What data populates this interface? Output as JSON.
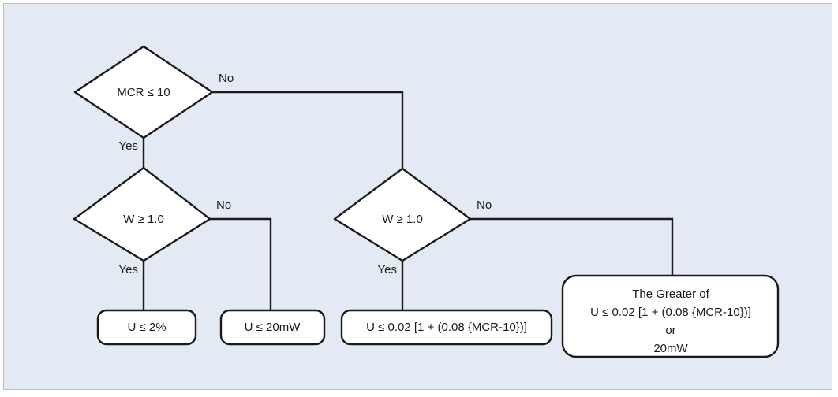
{
  "figure": {
    "background_color": "#e3eaf4",
    "frame_border_color": "#a9c2dc",
    "shape_fill": "#ffffff",
    "line_color": "#1a1a1a"
  },
  "nodes": {
    "decision_mcr": {
      "type": "decision",
      "text": "MCR ≤ 10"
    },
    "decision_w_left": {
      "type": "decision",
      "text": "W ≥ 1.0"
    },
    "decision_w_right": {
      "type": "decision",
      "text": "W ≥ 1.0"
    },
    "result_u_2pct": {
      "type": "terminator",
      "text": "U ≤ 2%"
    },
    "result_u_20mw": {
      "type": "terminator",
      "text": "U ≤ 20mW"
    },
    "result_formula": {
      "type": "terminator",
      "text": "U ≤ 0.02 [1 + (0.08 {MCR-10})]"
    },
    "result_greater_of": {
      "type": "terminator",
      "line1": "The Greater of",
      "line2": "U ≤ 0.02 [1 + (0.08 {MCR-10})]",
      "line3": "or",
      "line4": "20mW"
    }
  },
  "edge_labels": {
    "mcr_no": "No",
    "mcr_yes": "Yes",
    "w_left_no": "No",
    "w_left_yes": "Yes",
    "w_right_no": "No",
    "w_right_yes": "Yes"
  }
}
